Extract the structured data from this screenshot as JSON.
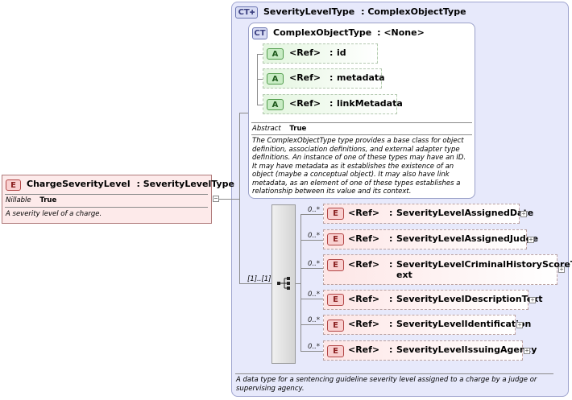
{
  "outer_type": {
    "badge": "CT",
    "name": "SeverityLevelType",
    "sep": ":",
    "base": "ComplexObjectType",
    "description": "A data type for a sentencing guideline severity level assigned to a charge by a judge or supervising agency."
  },
  "base_type": {
    "badge": "CT",
    "name": "ComplexObjectType",
    "sep": ":",
    "base": "<None>",
    "abstract_label": "Abstract",
    "abstract_value": "True",
    "description": "The ComplexObjectType type provides a base class for object definition, association definitions, and external adapter type definitions. An instance of one of these types may have an ID. It may have metadata as it establishes the existence of an object (maybe a conceptual object). It may also have link metadata, as an element of one of these types establishes a relationship between its value and its context.",
    "attributes": [
      {
        "badge": "A",
        "ref": "<Ref>",
        "sep": ":",
        "name": "id"
      },
      {
        "badge": "A",
        "ref": "<Ref>",
        "sep": ":",
        "name": "metadata"
      },
      {
        "badge": "A",
        "ref": "<Ref>",
        "sep": ":",
        "name": "linkMetadata"
      }
    ]
  },
  "root_element": {
    "badge": "E",
    "name": "ChargeSeverityLevel",
    "sep": ":",
    "type": "SeverityLevelType",
    "nillable_label": "Nillable",
    "nillable_value": "True",
    "description": "A severity level of a charge.",
    "expander": "−"
  },
  "sequence": {
    "cardinality": "[1]..[1]"
  },
  "elements": [
    {
      "badge": "E",
      "occ": "0..*",
      "ref": "<Ref>",
      "sep": ":",
      "name": "SeverityLevelAssignedDate"
    },
    {
      "badge": "E",
      "occ": "0..*",
      "ref": "<Ref>",
      "sep": ":",
      "name": "SeverityLevelAssignedJudge"
    },
    {
      "badge": "E",
      "occ": "0..*",
      "ref": "<Ref>",
      "sep": ":",
      "name": "SeverityLevelCriminalHistoryScoreT",
      "name2": "ext"
    },
    {
      "badge": "E",
      "occ": "0..*",
      "ref": "<Ref>",
      "sep": ":",
      "name": "SeverityLevelDescriptionText"
    },
    {
      "badge": "E",
      "occ": "0..*",
      "ref": "<Ref>",
      "sep": ":",
      "name": "SeverityLevelIdentification"
    },
    {
      "badge": "E",
      "occ": "0..*",
      "ref": "<Ref>",
      "sep": ":",
      "name": "SeverityLevelIssuingAgency"
    }
  ],
  "plus_glyph": "+"
}
